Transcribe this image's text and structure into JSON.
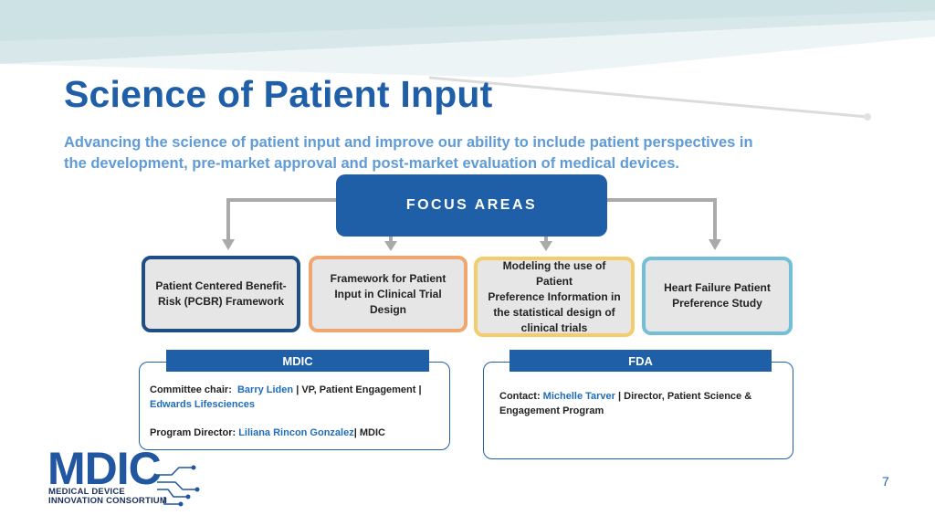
{
  "title": "Science of Patient Input",
  "subtitle_line1": "Advancing the science of patient input and improve our ability to include patient perspectives in",
  "subtitle_line2": "the development, pre-market approval and post-market evaluation of medical devices.",
  "focus_label": "FOCUS AREAS",
  "cards": [
    {
      "line1": "Patient Centered Benefit-",
      "line2": "Risk (PCBR) Framework",
      "border": "#1f4e86"
    },
    {
      "line1": "Framework for Patient",
      "line2": "Input in Clinical Trial",
      "line3": "Design",
      "border": "#f0a66e"
    },
    {
      "line1": "Modeling the use of Patient",
      "line2": "Preference Information in",
      "line3": "the statistical design of",
      "line4": "clinical trials",
      "border": "#f3cd6b"
    },
    {
      "line1": "Heart Failure Patient",
      "line2": "Preference Study",
      "border": "#74bfd8"
    }
  ],
  "mdic": {
    "header": "MDIC",
    "chair_label": "Committee chair:",
    "chair_name": "Barry Liden",
    "chair_role": "| VP, Patient Engagement |",
    "chair_org": "Edwards Lifesciences",
    "director_label": "Program Director:",
    "director_name": "Liliana Rincon Gonzalez",
    "director_org": "| MDIC"
  },
  "fda": {
    "header": "FDA",
    "contact_label": "Contact:",
    "contact_name": "Michelle Tarver",
    "contact_role": "| Director, Patient Science &",
    "contact_role2": "Engagement Program"
  },
  "logo": {
    "name": "MDIC",
    "line1": "MEDICAL DEVICE",
    "line2": "INNOVATION CONSORTIUM"
  },
  "page_number": "7",
  "colors": {
    "primary": "#1f5fa8",
    "subtitle": "#5f9bd6",
    "connector": "#aaaaaa"
  }
}
